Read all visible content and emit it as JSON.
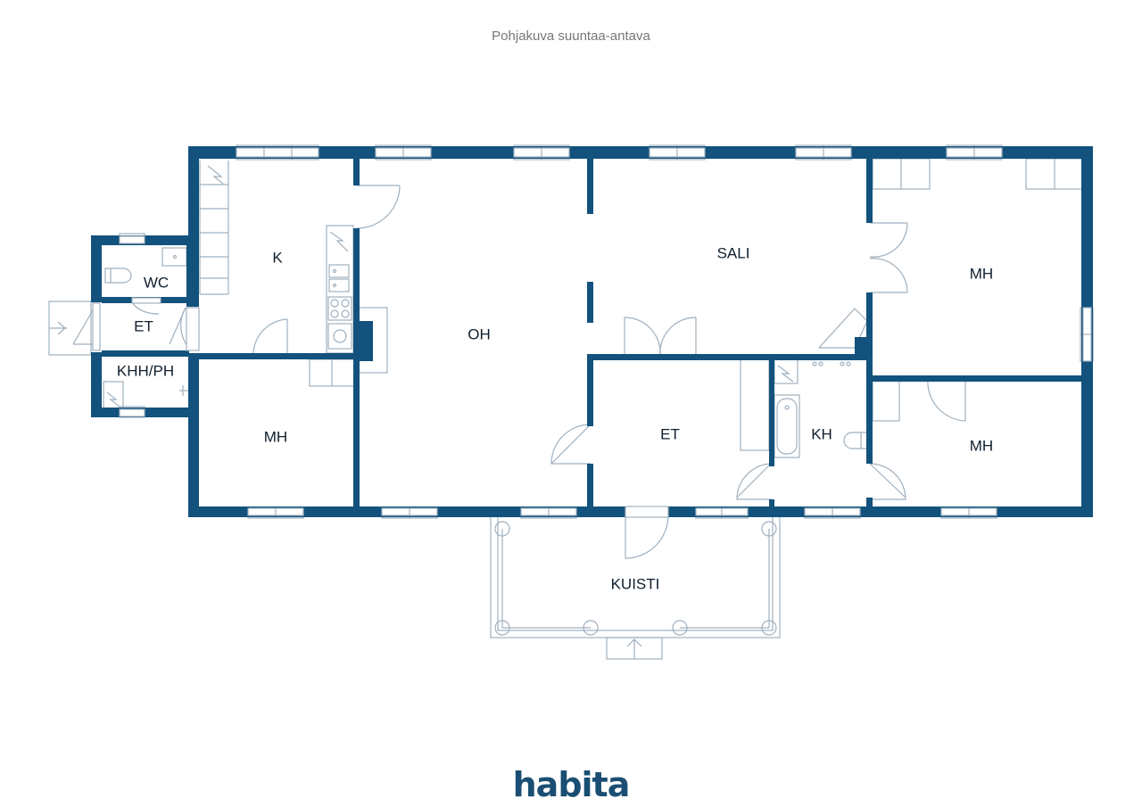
{
  "caption": "Pohjakuva suuntaa-antava",
  "colors": {
    "wall": "#12527d",
    "thin_line": "#9fb0bf",
    "label": "#0f1e2d",
    "logo": "#1a4f73"
  },
  "rooms": {
    "k": "K",
    "wc": "WC",
    "et_small": "ET",
    "khh_ph": "KHH/PH",
    "mh_left": "MH",
    "oh": "OH",
    "sali": "SALI",
    "et_mid": "ET",
    "kh": "KH",
    "mh_right_top": "MH",
    "mh_right_bottom": "MH",
    "kuisti": "KUISTI"
  },
  "brand": {
    "logo_text": "habita",
    "icon_name": "habita-logo"
  }
}
